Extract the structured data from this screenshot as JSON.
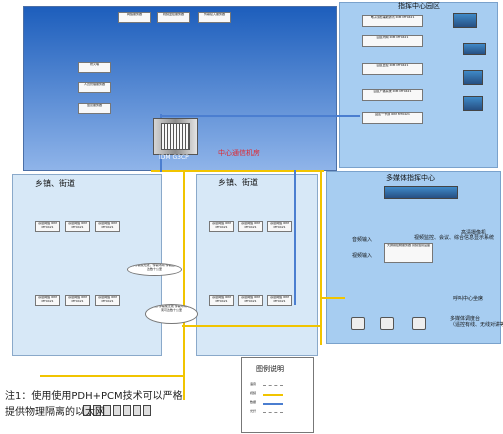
{
  "diagram": {
    "main_center_label": "中心通信机房",
    "rack_label": "IDM G3CP",
    "town_left_title": "乡镇、街道",
    "town_right_title": "乡镇、街道",
    "command_title": "指挥中心园区",
    "multimedia_title": "多媒体指挥中心",
    "legend_title": "图例说明",
    "footnote": "注1：使用使用PDH+PCM技术可以严格提供物理隔离的以太网",
    "video_label": "视频监控、会议、综合信息显示系统",
    "camera_label": "高清摄像机",
    "mcu_label": "大屏幕控制服务器\n音频混音设备",
    "audio_in": "音频输入",
    "video_in": "视频输入",
    "call_center": "呼叫中心坐席",
    "dispatch_terminal": "多媒体调度台\n（遥控有线、无线对讲等）",
    "center_small_labels": [
      "网络服务器",
      "视频监控服务器",
      "传输接入服务器",
      "防火墙",
      "人员管理服务器",
      "会议服务器"
    ],
    "command_nodes": [
      "电子围栏辅助通讯\nIDM MT0421",
      "园区内网\nIDM MT0421",
      "园区监控\nIDM MT0421",
      "园区广播系统\nIDM MT0421",
      "园区一卡通\nIDM MT0421"
    ],
    "left_units": [
      "基层网络\nIDM MT0421",
      "基层网络\nIDM MT0421",
      "基层网络\nIDM MT0421",
      "基层网络\nIDM MT0421",
      "基层网络\nIDM MT0421",
      "基层网络\nIDM MT0421"
    ],
    "right_units": [
      "基层网络\nIDM MT0421",
      "基层网络\nIDM MT0421",
      "基层网络\nIDM MT0421",
      "基层网络\nIDM MT0421",
      "基层网络\nIDM MT0421",
      "基层网络\nIDM MT0421"
    ],
    "callouts": [
      "光纤传输或无线，传输环网\n传输距离可达数十公里",
      "PDH光纤传输或无线\n传输环网\n传输距离可达数十公里"
    ],
    "legend_items": [
      "语音",
      "视频",
      "数据",
      "光纤"
    ]
  }
}
